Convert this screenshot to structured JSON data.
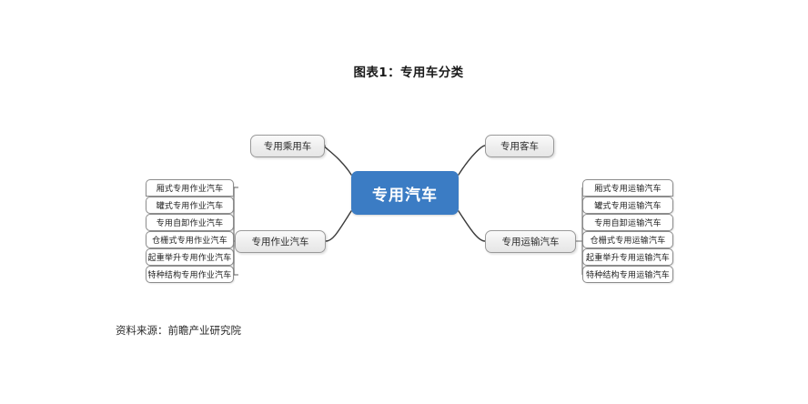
{
  "title": "图表1：专用车分类",
  "source": "资料来源：前瞻产业研究院",
  "colors": {
    "root_fill": "#3b7cc4",
    "root_text": "#ffffff",
    "node_border": "#9a9a9a",
    "leaf_border": "#8c8c8c",
    "connector": "#3a3a3a",
    "background": "#ffffff"
  },
  "diagram": {
    "root": {
      "label": "专用汽车"
    },
    "branches": [
      {
        "id": "passenger",
        "label": "专用乘用车",
        "side": "left",
        "position": "top",
        "children": []
      },
      {
        "id": "bus",
        "label": "专用客车",
        "side": "right",
        "position": "top",
        "children": []
      },
      {
        "id": "work",
        "label": "专用作业汽车",
        "side": "left",
        "position": "bottom",
        "children": [
          "厢式专用作业汽车",
          "罐式专用作业汽车",
          "专用自卸作业汽车",
          "仓栅式专用作业汽车",
          "起重举升专用作业汽车",
          "特种结构专用作业汽车"
        ]
      },
      {
        "id": "transport",
        "label": "专用运输汽车",
        "side": "right",
        "position": "bottom",
        "children": [
          "厢式专用运输汽车",
          "罐式专用运输汽车",
          "专用自卸运输汽车",
          "仓栅式专用运输汽车",
          "起重举升专用运输汽车",
          "特种结构专用运输汽车"
        ]
      }
    ]
  }
}
